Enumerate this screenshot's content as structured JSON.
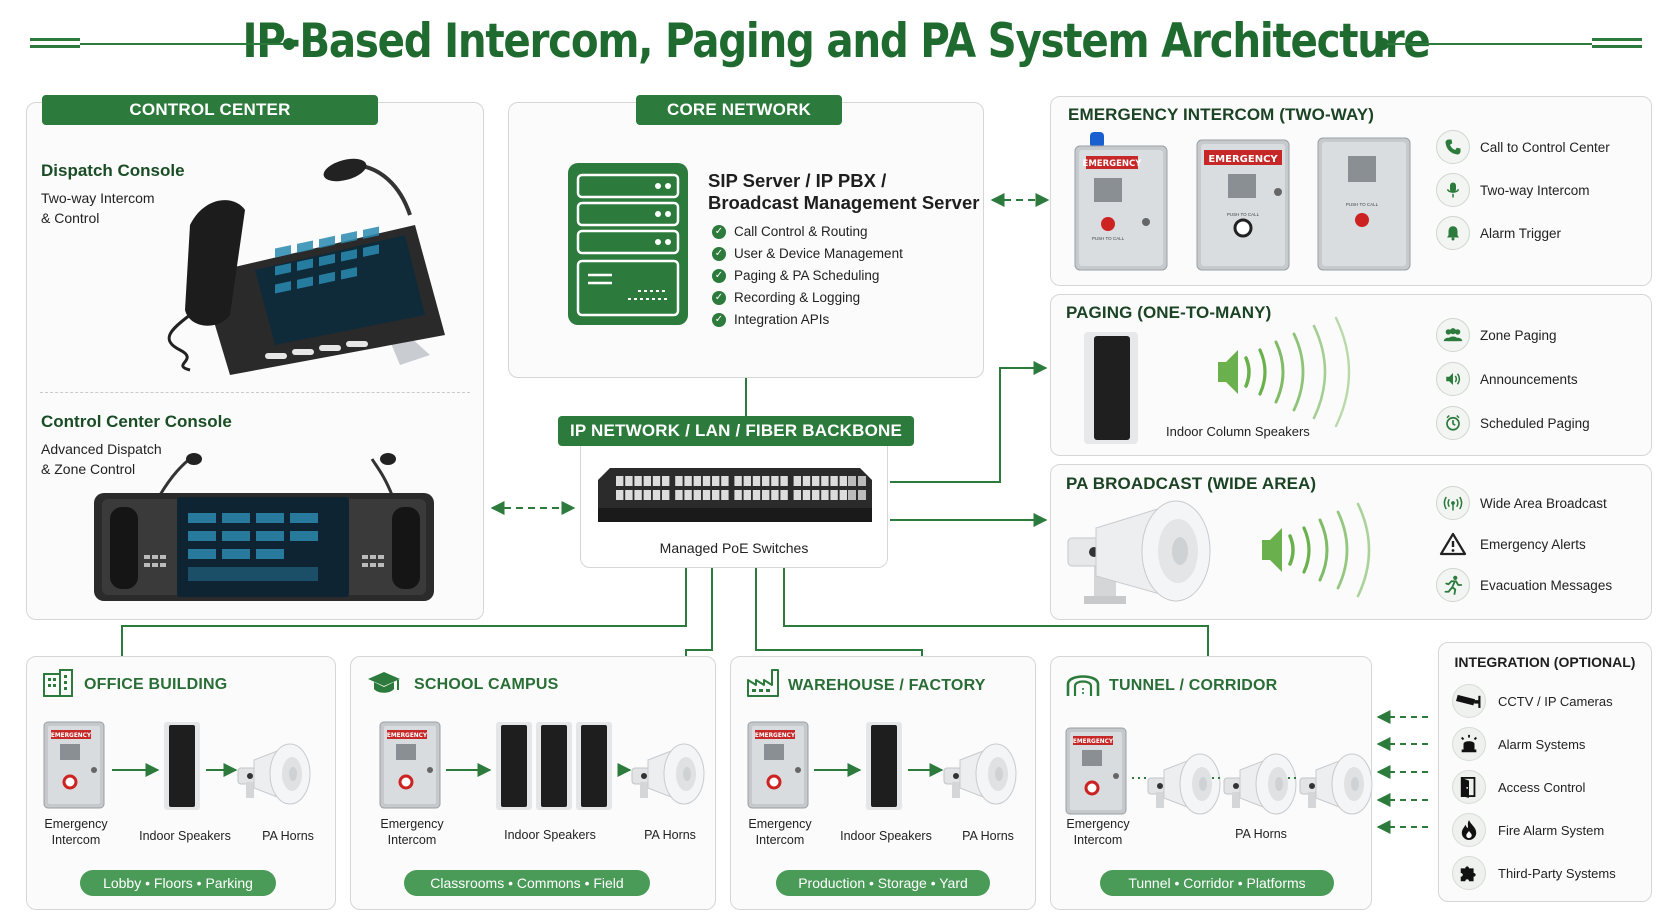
{
  "title": "IP-Based Intercom, Paging and PA System Architecture",
  "control_center": {
    "header": "CONTROL CENTER",
    "dispatch": {
      "title": "Dispatch Console",
      "desc1": "Two-way Intercom",
      "desc2": "& Control"
    },
    "console": {
      "title": "Control Center Console",
      "desc1": "Advanced Dispatch",
      "desc2": "& Zone Control"
    }
  },
  "core_network": {
    "header": "CORE NETWORK",
    "server_title1": "SIP Server / IP PBX /",
    "server_title2": "Broadcast Management Server",
    "features": [
      "Call Control & Routing",
      "User & Device Management",
      "Paging & PA Scheduling",
      "Recording & Logging",
      "Integration APIs"
    ]
  },
  "backbone": {
    "header": "IP NETWORK / LAN / FIBER BACKBONE",
    "label": "Managed PoE Switches"
  },
  "emergency": {
    "title": "EMERGENCY INTERCOM (TWO-WAY)",
    "features": [
      "Call to Control Center",
      "Two-way Intercom",
      "Alarm Trigger"
    ]
  },
  "paging": {
    "title": "PAGING (ONE-TO-MANY)",
    "device_label": "Indoor Column Speakers",
    "features": [
      "Zone Paging",
      "Announcements",
      "Scheduled Paging"
    ]
  },
  "pa": {
    "title": "PA BROADCAST (WIDE AREA)",
    "features": [
      "Wide Area Broadcast",
      "Emergency Alerts",
      "Evacuation Messages"
    ]
  },
  "sites": [
    {
      "title": "OFFICE BUILDING",
      "l1a": "Emergency",
      "l1b": "Intercom",
      "l2": "Indoor Speakers",
      "l3": "PA Horns",
      "zones": "Lobby • Floors • Parking"
    },
    {
      "title": "SCHOOL CAMPUS",
      "l1a": "Emergency",
      "l1b": "Intercom",
      "l2": "Indoor Speakers",
      "l3": "PA Horns",
      "zones": "Classrooms • Commons • Field"
    },
    {
      "title": "WAREHOUSE / FACTORY",
      "l1a": "Emergency",
      "l1b": "Intercom",
      "l2": "Indoor Speakers",
      "l3": "PA Horns",
      "zones": "Production • Storage • Yard"
    },
    {
      "title": "TUNNEL / CORRIDOR",
      "l1a": "Emergency",
      "l1b": "Intercom",
      "l2": "",
      "l3": "PA Horns",
      "zones": "Tunnel • Corridor • Platforms"
    }
  ],
  "integration": {
    "title": "INTEGRATION (OPTIONAL)",
    "items": [
      "CCTV / IP Cameras",
      "Alarm Systems",
      "Access Control",
      "Fire Alarm System",
      "Third-Party Systems"
    ]
  },
  "box_labels": {
    "emergency": "EMERGENCY",
    "push": "PUSH TO CALL"
  },
  "colors": {
    "primary": "#2c7a3c",
    "dark": "#1e6a2f",
    "light_green": "#4a9a58",
    "panel_border": "#d4d8d4"
  }
}
